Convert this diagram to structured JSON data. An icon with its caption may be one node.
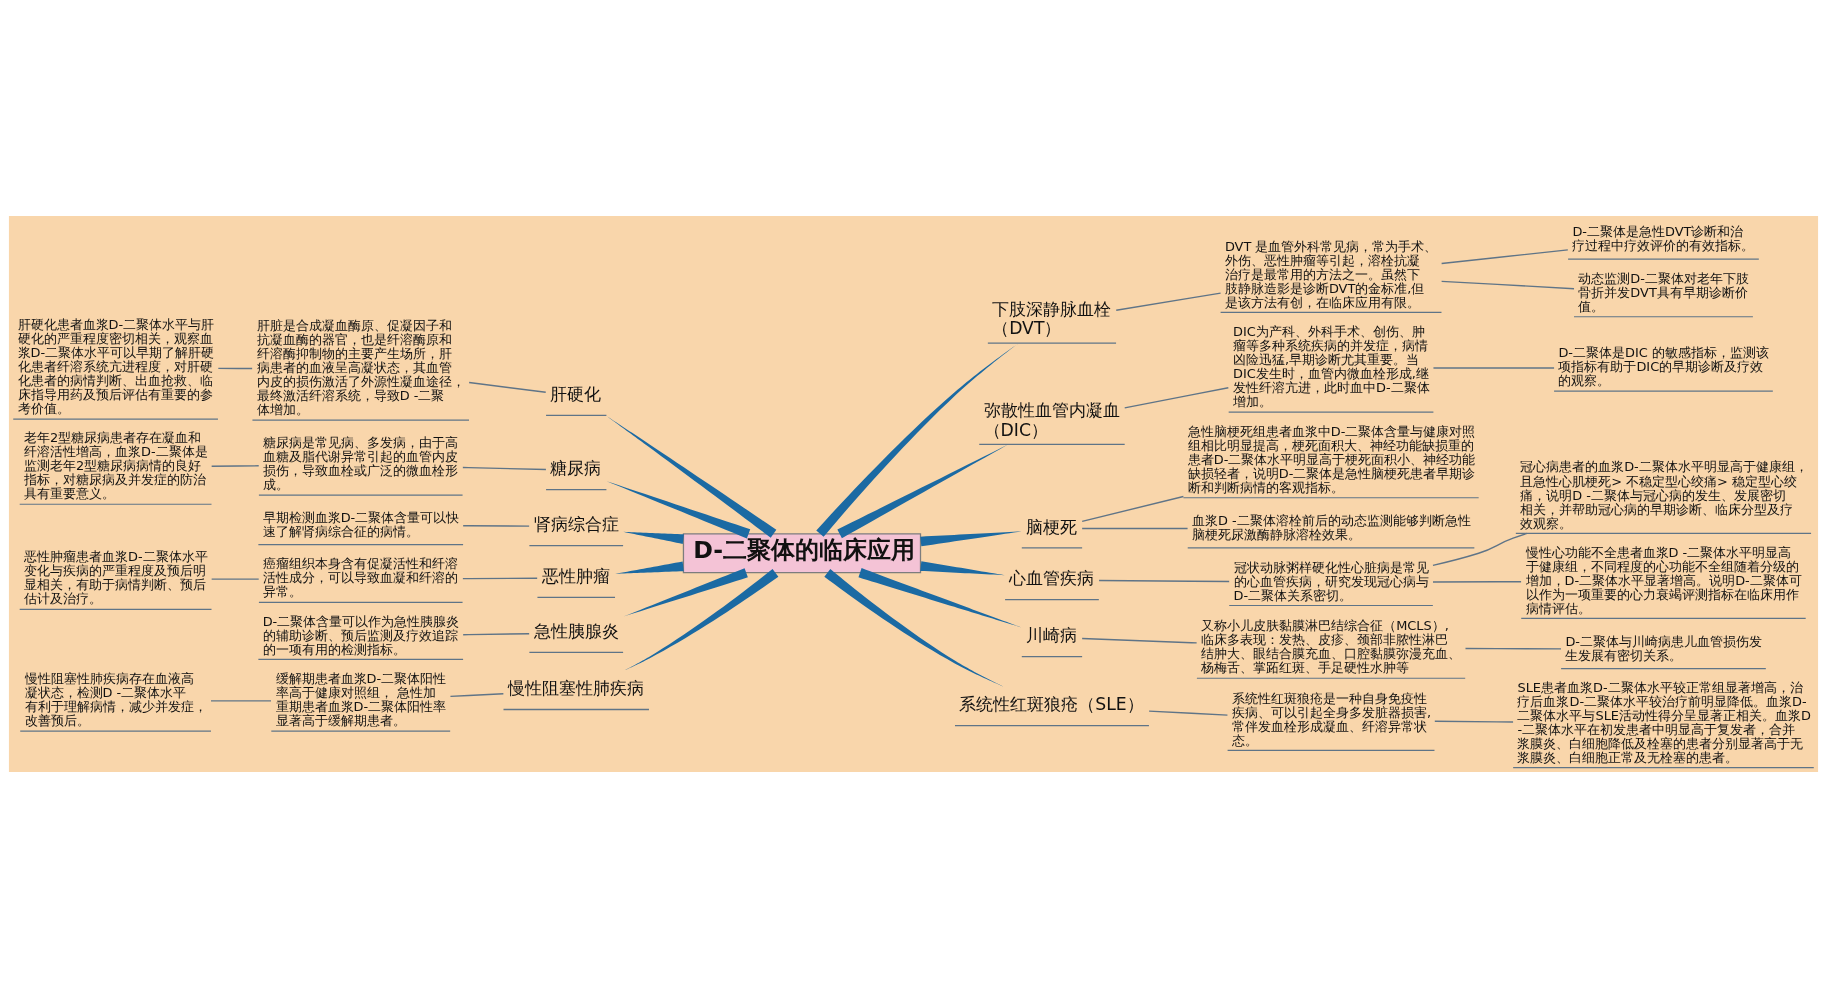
{
  "diagram": {
    "nodes": [
      {
        "text": [
          "D-二聚体的临床应用"
        ]
      },
      {
        "text": [
          "下肢深静脉血栓（DVT）"
        ]
      },
      {
        "text": [
          "DVT 是血管外科常见病，常为手术、外伤、恶性肿瘤等引起，溶栓抗凝治疗是最常用的方法之一。虽然下肢静脉造影是诊断DVT的金标准,但是该方法有创，在临床应用有限。"
        ]
      },
      {
        "text": [
          "D-二聚体是急性DVT诊断和治疗过程中疗效评价的有效指标。"
        ]
      },
      {
        "text": [
          "动态监测D-二聚体对老年下肢骨折并发DVT具有早期诊断价值。"
        ]
      },
      {
        "text": [
          "弥散性血管内凝血（DIC）"
        ]
      },
      {
        "text": [
          "DIC为产科、外科手术、创伤、肿瘤等多种系统疾病的并发症，病情凶险迅猛,早期诊断尤其重要。当DIC发生时，血管内微血栓形成,继发性纤溶亢进，此时血中D-二聚体增加。"
        ]
      },
      {
        "text": [
          "D-二聚体是DIC 的敏感指标，监测该项指标有助于DIC的早期诊断及疗效的观察。"
        ]
      },
      {
        "text": [
          "脑梗死"
        ]
      },
      {
        "text": [
          "急性脑梗死组患者血浆中D-二聚体含量与健康对照组相比明显提高，梗死面积大、神经功能缺损重的患者D-二聚体水平明显高于梗死面积小、神经功能缺损轻者，说明D-二聚体是急性脑梗死患者早期诊断和判断病情的客观指标。"
        ]
      },
      {
        "text": [
          "血浆D -二聚体溶栓前后的动态监测能够判断急性脑梗死尿激酶静脉溶栓效果。"
        ]
      },
      {
        "text": [
          "心血管疾病"
        ]
      },
      {
        "text": [
          "冠状动脉粥样硬化性心脏病是常见的心血管疾病，研究发现冠心病与D-二聚体关系密切。"
        ]
      },
      {
        "text": [
          "冠心病患者的血浆D-二聚体水平明显高于健康组，且急性心肌梗死> 不稳定型心绞痛> 稳定型心绞痛，说明D -二聚体与冠心病的发生、发展密切相关，并帮助冠心病的早期诊断、临床分型及疗效观察。"
        ]
      },
      {
        "text": [
          "慢性心功能不全患者血浆D -二聚体水平明显高于健康组，不同程度的心功能不全组随着分级的增加，D-二聚体水平显著增高。说明D-二聚体可以作为一项重要的心力衰竭评测指标在临床用作病情评估。"
        ]
      },
      {
        "text": [
          "川崎病"
        ]
      },
      {
        "text": [
          "又称小儿皮肤黏膜淋巴结综合征（MCLS）,临床多表现：发热、皮疹、颈部非脓性淋巴结肿大、眼结合膜充血、口腔黏膜弥漫充血、杨梅舌、掌跖红斑、手足硬性水肿等"
        ]
      },
      {
        "text": [
          "D-二聚体与川崎病患儿血管损伤发生发展有密切关系。"
        ]
      },
      {
        "text": [
          "系统性红斑狼疮（SLE）"
        ]
      },
      {
        "text": [
          "系统性红斑狼疮是一种自身免疫性疾病、可以引起全身多发脏器损害,常伴发血栓形成凝血、纤溶异常状态。"
        ]
      },
      {
        "text": [
          "SLE患者血浆D-二聚体水平较正常组显著增高，治疗后血浆D-二聚体水平较治疗前明显降低。血浆D-二聚体水平与SLE活动性得分呈显著正相关。血浆D-二聚体水平在初发患者中明显高于复发者，合并浆膜炎、白细胞降低及栓塞的患者分别显著高于无浆膜炎、白细胞正常及无栓塞的患者。"
        ]
      },
      {
        "text": [
          "肝硬化"
        ]
      },
      {
        "text": [
          "肝脏是合成凝血酶原、促凝因子和抗凝血酶的器官，也是纤溶酶原和纤溶酶抑制物的主要产生场所，肝病患者的血液呈高凝状态，其血管内皮的损伤激活了外源性凝血途径，最终激活纤溶系统，导致D -二聚体增加。"
        ]
      },
      {
        "text": [
          "肝硬化患者血浆D-二聚体水平与肝硬化的严重程度密切相关，观察血浆D-二聚体水平可以早期了解肝硬化患者纤溶系统亢进程度，对肝硬化患者的病情判断、出血抢救、临床指导用药及预后评估有重要的参考价值。"
        ]
      },
      {
        "text": [
          "糖尿病"
        ]
      },
      {
        "text": [
          "糖尿病是常见病、多发病，由于高血糖及脂代谢异常引起的血管内皮损伤，导致血栓或广泛的微血栓形成。"
        ]
      },
      {
        "text": [
          "老年2型糖尿病患者存在凝血和纤溶活性增高，血浆D-二聚体是监测老年2型糖尿病病情的良好指标，对糖尿病及并发症的防治具有重要意义。"
        ]
      },
      {
        "text": [
          "肾病综合症"
        ]
      },
      {
        "text": [
          "早期检测血浆D-二聚体含量可以快速了解肾病综合征的病情。"
        ]
      },
      {
        "text": [
          "恶性肿瘤"
        ]
      },
      {
        "text": [
          "癌瘤组织本身含有促凝活性和纤溶活性成分，可以导致血凝和纤溶的异常。"
        ]
      },
      {
        "text": [
          "恶性肿瘤患者血浆D-二聚体水平变化与疾病的严重程度及预后明显相关，有助于病情判断、预后估计及治疗。"
        ]
      },
      {
        "text": [
          "急性胰腺炎"
        ]
      },
      {
        "text": [
          "D-二聚体含量可以作为急性胰腺炎的辅助诊断、预后监测及疗效追踪的一项有用的检测指标。"
        ]
      },
      {
        "text": [
          "慢性阻塞性肺疾病"
        ]
      },
      {
        "text": [
          "缓解期患者血浆D-二聚体阳性率高于健康对照组， 急性加重期患者血浆D-二聚体阳性率显著高于缓解期患者。"
        ]
      },
      {
        "text": [
          "慢性阻塞性肺疾病存在血液高凝状态，检测D -二聚体水平有利于理解病情，减少并发症，改善预后。"
        ]
      }
    ],
    "edges": [
      {
        "from": 0,
        "to": 1,
        "arrow": "none",
        "style": "thick",
        "color": "#1b6aa3"
      },
      {
        "from": 1,
        "to": 2,
        "arrow": "none"
      },
      {
        "from": 2,
        "to": 3,
        "arrow": "none"
      },
      {
        "from": 2,
        "to": 4,
        "arrow": "none"
      },
      {
        "from": 0,
        "to": 5,
        "arrow": "none",
        "style": "thick",
        "color": "#1b6aa3"
      },
      {
        "from": 5,
        "to": 6,
        "arrow": "none"
      },
      {
        "from": 6,
        "to": 7,
        "arrow": "none"
      },
      {
        "from": 0,
        "to": 8,
        "arrow": "none",
        "style": "thick",
        "color": "#1b6aa3"
      },
      {
        "from": 8,
        "to": 9,
        "arrow": "none"
      },
      {
        "from": 8,
        "to": 10,
        "arrow": "none"
      },
      {
        "from": 0,
        "to": 11,
        "arrow": "none",
        "style": "thick",
        "color": "#1b6aa3"
      },
      {
        "from": 11,
        "to": 12,
        "arrow": "none"
      },
      {
        "from": 12,
        "to": 13,
        "arrow": "none"
      },
      {
        "from": 12,
        "to": 14,
        "arrow": "none"
      },
      {
        "from": 0,
        "to": 15,
        "arrow": "none",
        "style": "thick",
        "color": "#1b6aa3"
      },
      {
        "from": 15,
        "to": 16,
        "arrow": "none"
      },
      {
        "from": 16,
        "to": 17,
        "arrow": "none"
      },
      {
        "from": 0,
        "to": 18,
        "arrow": "none",
        "style": "thick",
        "color": "#1b6aa3"
      },
      {
        "from": 18,
        "to": 19,
        "arrow": "none"
      },
      {
        "from": 19,
        "to": 20,
        "arrow": "none"
      },
      {
        "from": 0,
        "to": 21,
        "arrow": "none",
        "style": "thick",
        "color": "#1b6aa3"
      },
      {
        "from": 21,
        "to": 22,
        "arrow": "none"
      },
      {
        "from": 22,
        "to": 23,
        "arrow": "none"
      },
      {
        "from": 0,
        "to": 24,
        "arrow": "none",
        "style": "thick",
        "color": "#1b6aa3"
      },
      {
        "from": 24,
        "to": 25,
        "arrow": "none"
      },
      {
        "from": 25,
        "to": 26,
        "arrow": "none"
      },
      {
        "from": 0,
        "to": 27,
        "arrow": "none",
        "style": "thick",
        "color": "#1b6aa3"
      },
      {
        "from": 27,
        "to": 28,
        "arrow": "none"
      },
      {
        "from": 0,
        "to": 29,
        "arrow": "none",
        "style": "thick",
        "color": "#1b6aa3"
      },
      {
        "from": 29,
        "to": 30,
        "arrow": "none"
      },
      {
        "from": 30,
        "to": 31,
        "arrow": "none"
      },
      {
        "from": 0,
        "to": 32,
        "arrow": "none",
        "style": "thick",
        "color": "#1b6aa3"
      },
      {
        "from": 32,
        "to": 33,
        "arrow": "none"
      },
      {
        "from": 0,
        "to": 34,
        "arrow": "none",
        "style": "thick",
        "color": "#1b6aa3"
      },
      {
        "from": 34,
        "to": 35,
        "arrow": "none"
      },
      {
        "from": 35,
        "to": 36,
        "arrow": "none"
      }
    ]
  }
}
